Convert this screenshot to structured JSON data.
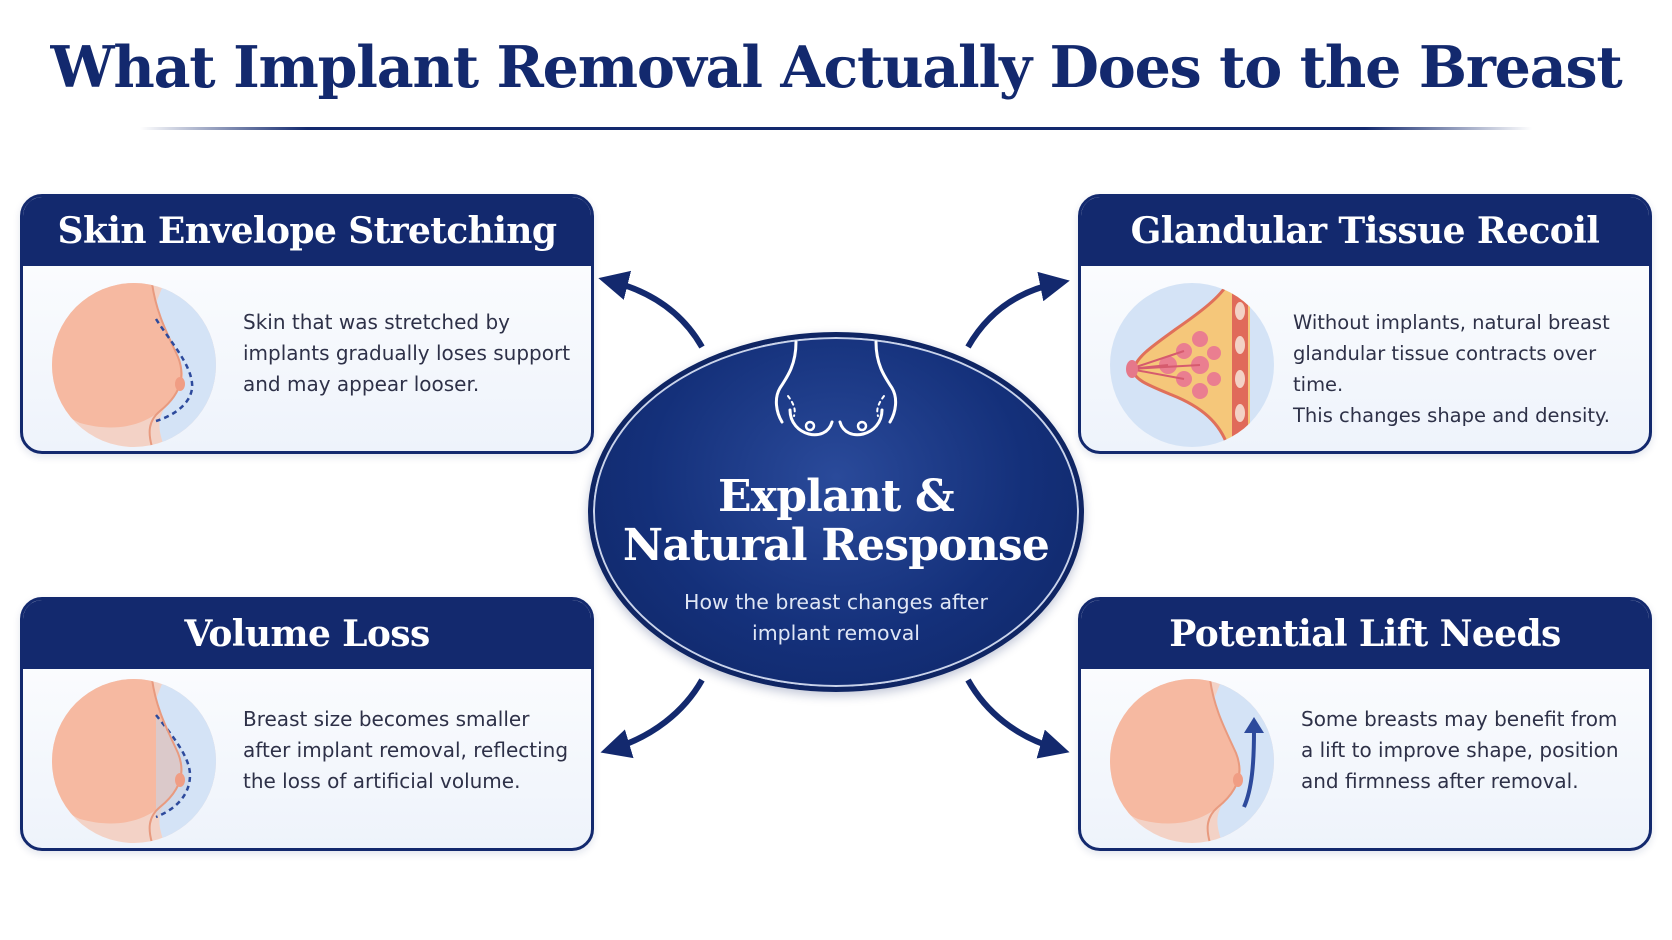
{
  "title": "What Implant Removal Actually Does to the Breast",
  "center": {
    "title_line1": "Explant &",
    "title_line2": "Natural Response",
    "subtitle_line1": "How the breast changes after",
    "subtitle_line2": "implant removal"
  },
  "cards": {
    "skin": {
      "heading": "Skin Envelope Stretching",
      "lines": [
        "Skin that was stretched by",
        "implants gradually loses support",
        "and may appear looser."
      ]
    },
    "glandular": {
      "heading": "Glandular Tissue Recoil",
      "lines": [
        "Without implants, natural breast",
        "glandular tissue contracts over time.",
        "This changes shape and density."
      ]
    },
    "volume": {
      "heading": "Volume Loss",
      "lines": [
        "Breast size becomes smaller",
        "after implant removal, reflecting",
        "the loss of artificial volume."
      ]
    },
    "lift": {
      "heading": "Potential Lift Needs",
      "lines": [
        "Some breasts may benefit from",
        "a lift to improve shape, position",
        "and firmness after removal."
      ]
    }
  },
  "colors": {
    "navy": "#13296e",
    "skin": "#f6b9a1",
    "illustration_bg": "#d8e6f7",
    "tissue_red": "#d9534f"
  },
  "icons": {
    "skin": "breast-profile-dashed-outline-icon",
    "glandular": "breast-tissue-cross-section-icon",
    "volume": "breast-profile-volume-loss-icon",
    "lift": "breast-profile-lift-arrow-icon",
    "center": "torso-outline-icon"
  }
}
